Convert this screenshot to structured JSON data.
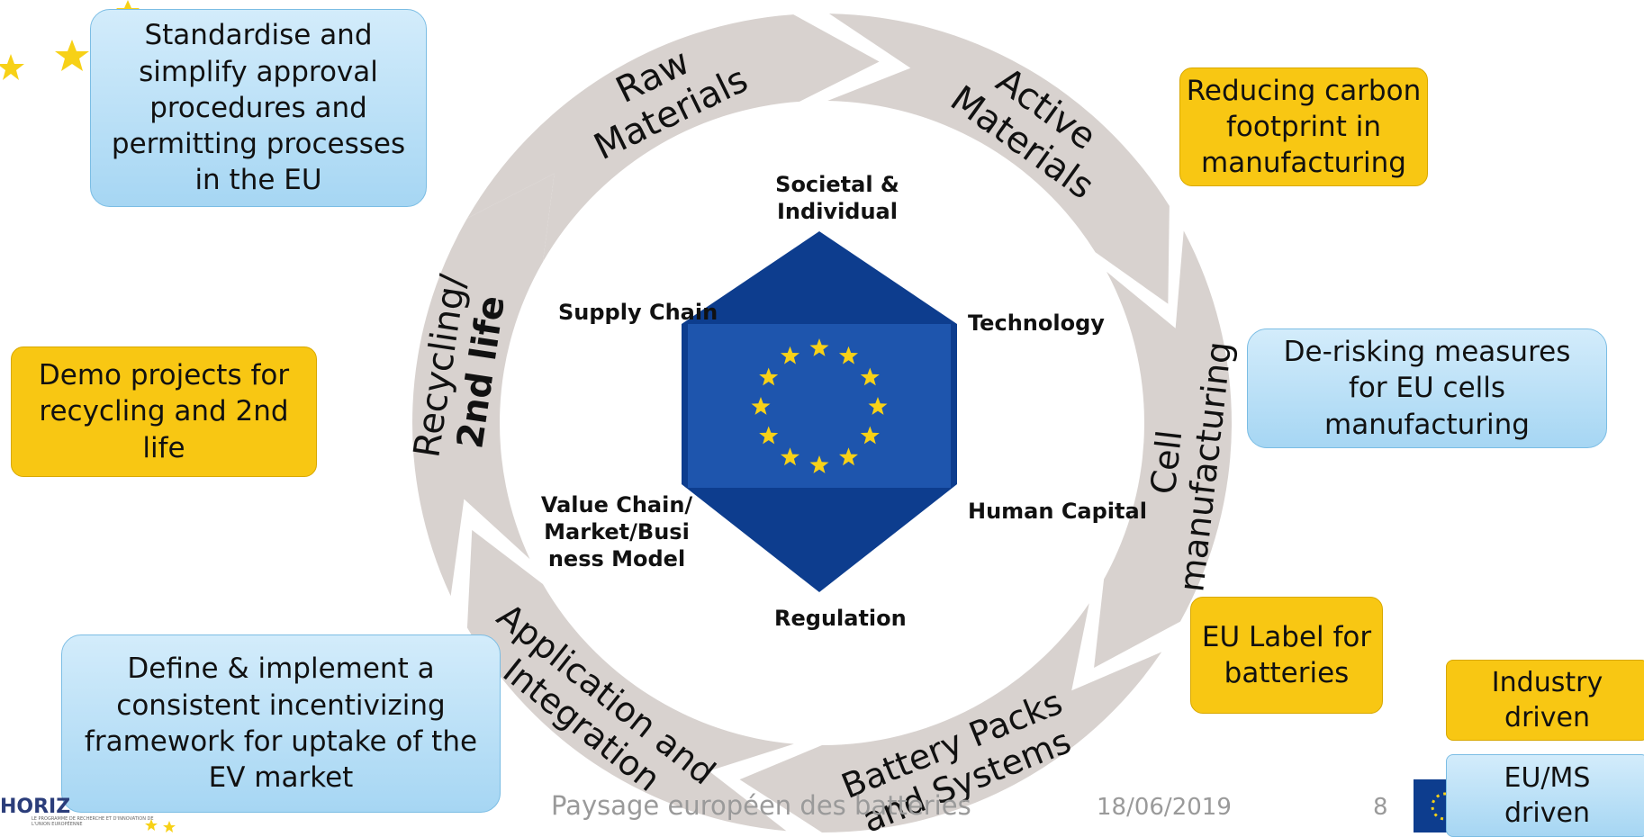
{
  "segments": {
    "raw_materials": "Raw\nMaterials",
    "active_materials": "Active\nMaterials",
    "cell_manufacturing": "Cell\nmanufacturing",
    "battery_packs": "Battery Packs\nand Systems",
    "application": "Application and\nIntegration",
    "recycling_line1": "Recycling/",
    "recycling_line2": "2nd life"
  },
  "dimensions": {
    "societal": "Societal &\nIndividual",
    "technology": "Technology",
    "human_capital": "Human Capital",
    "regulation": "Regulation",
    "value_chain": "Value Chain/\nMarket/Busi\nness Model",
    "supply_chain": "Supply Chain"
  },
  "actions": {
    "standardise": "Standardise and\nsimplify approval\nprocedures and\npermitting processes\nin the EU",
    "reducing_carbon": "Reducing carbon\nfootprint in\nmanufacturing",
    "derisking": "De-risking measures\nfor EU cells\nmanufacturing",
    "demo_projects": "Demo projects  for\nrecycling and 2nd\nlife",
    "eu_label": "EU Label  for\nbatteries",
    "define_implement": "Define & implement a\nconsistent incentivizing\nframework for uptake of the\nEV market"
  },
  "legend": {
    "industry_driven": "Industry\ndriven",
    "eu_ms_driven": "EU/MS\ndriven"
  },
  "footer": {
    "title": "Paysage européen des batteries",
    "date": "18/06/2019",
    "page": "8",
    "logo_text": "HORIZ",
    "logo_subtext": "LE PROGRAMME DE RECHERCHE ET D'INNOVATION DE L'UNION EUROPÉENNE"
  },
  "colors": {
    "arrow_grey": "#d8d2cf",
    "eu_blue": "#0c3f95",
    "eu_star": "#f7d117",
    "industry_yellow": "#f8c713",
    "eu_ms_blue": "#a6d6f3"
  }
}
